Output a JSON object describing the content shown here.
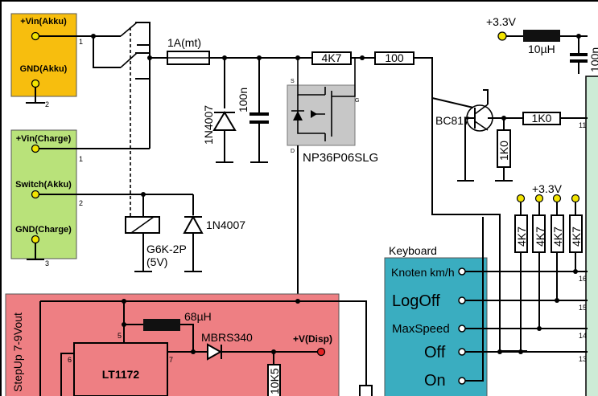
{
  "colors": {
    "akku_box": "#F7BE0E",
    "charge_box": "#B9E27A",
    "stepup_box": "#EE7F83",
    "keyboard_box": "#3AADC0",
    "mosfet_box": "#C7C7C7",
    "right_panel": "#CDEBD6",
    "pin_yellow": "#F2E400",
    "vdisp_red": "#E32224"
  },
  "akku": {
    "vin": "+Vin(Akku)",
    "gnd": "GND(Akku)",
    "pin1": "1",
    "pin2": "2"
  },
  "charge": {
    "vin": "+Vin(Charge)",
    "switch": "Switch(Akku)",
    "gnd": "GND(Charge)",
    "pin1": "1",
    "pin2": "2",
    "pin3": "3"
  },
  "fuse": {
    "label": "1A(mt)"
  },
  "diode1": {
    "label": "1N4007"
  },
  "cap1": {
    "label": "100n"
  },
  "r_4k7": {
    "label": "4K7"
  },
  "r_100": {
    "label": "100"
  },
  "mosfet": {
    "label": "NP36P06SLG",
    "s": "S",
    "g": "G",
    "d": "D"
  },
  "supply_top": {
    "label": "+3.3V"
  },
  "inductor_top": {
    "label": "10µH"
  },
  "cap_right": {
    "label": "100n"
  },
  "transistor": {
    "label": "BC817"
  },
  "r_1k0_h": {
    "label": "1K0"
  },
  "r_1k0_v": {
    "label": "1K0"
  },
  "pin11": "11",
  "relay": {
    "label": "G6K-2P",
    "sub": "(5V)"
  },
  "diode2": {
    "label": "1N4007"
  },
  "pullups": {
    "supply": "+3.3V",
    "r_labels": [
      "4K7",
      "4K7",
      "4K7",
      "4K7"
    ]
  },
  "keyboard": {
    "title": "Keyboard",
    "keys": [
      {
        "label": "Knoten km/h",
        "pin": "16"
      },
      {
        "label": "LogOff",
        "pin": "15"
      },
      {
        "label": "MaxSpeed",
        "pin": "14"
      },
      {
        "label": "Off",
        "pin": "13"
      },
      {
        "label": "On",
        "pin": ""
      }
    ]
  },
  "stepup": {
    "title": "StepUp 7-9Vout",
    "ic": "LT1172",
    "pin5": "5",
    "pin6": "6",
    "pin7": "7",
    "inductor": "68µH",
    "diode": "MBRS340",
    "vdisp": "+V(Disp)",
    "resistor": "10K5"
  }
}
